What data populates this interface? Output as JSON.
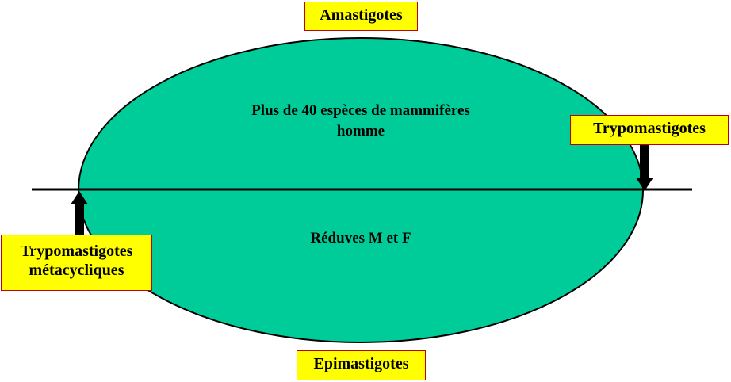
{
  "colors": {
    "ellipse_fill": "#00cc99",
    "ellipse_stroke": "#000000",
    "label_fill": "#ffff00",
    "label_border": "#c00000",
    "line": "#000000"
  },
  "labels": {
    "top": "Amastigotes",
    "right": "Trypomastigotes",
    "left_line1": "Trypomastigotes",
    "left_line2": "métacycliques",
    "bottom": "Epimastigotes"
  },
  "inside": {
    "host_line1": "Plus de 40 espèces de mammifères",
    "host_line2": "homme",
    "vector": "Réduves M et F"
  },
  "arrows": [
    {
      "name": "arrow-up-left",
      "direction": "up"
    },
    {
      "name": "arrow-down-right",
      "direction": "down"
    }
  ]
}
